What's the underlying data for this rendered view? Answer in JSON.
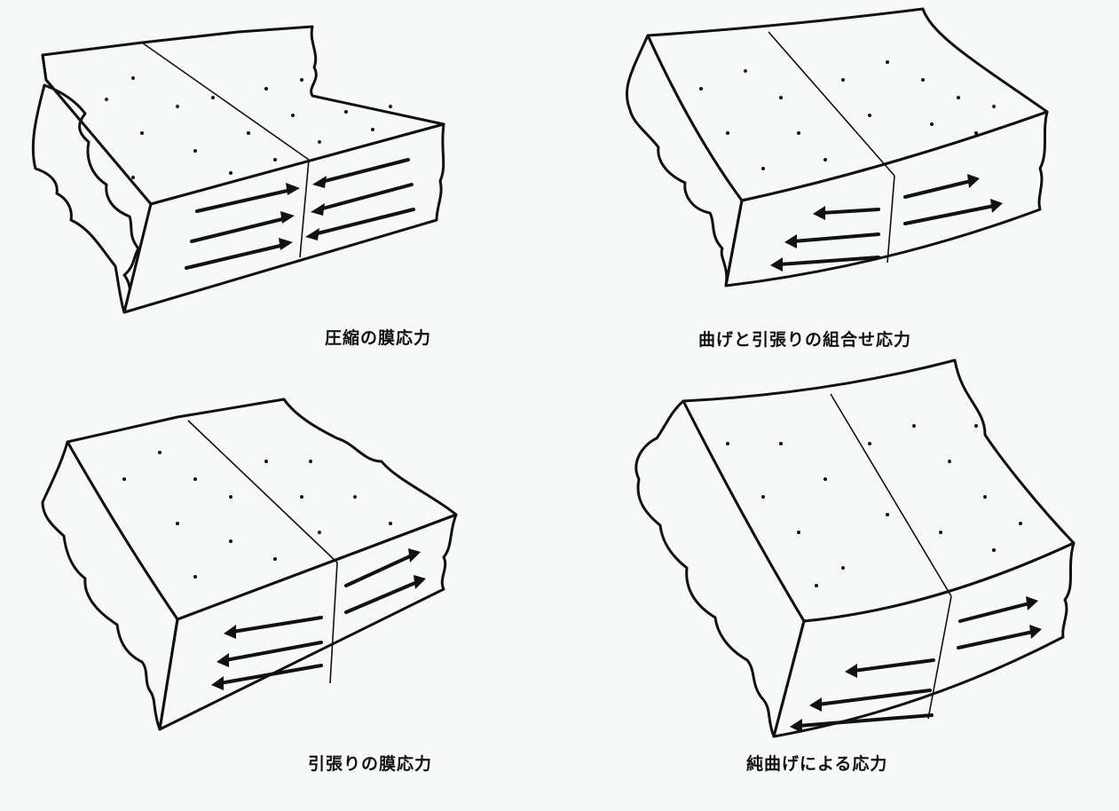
{
  "figures": [
    {
      "id": "compression",
      "caption": "圧縮の膜応力"
    },
    {
      "id": "bending-tension",
      "caption": "曲げと引張りの組合せ応力"
    },
    {
      "id": "tension",
      "caption": "引張りの膜応力"
    },
    {
      "id": "pure-bending",
      "caption": "純曲げによる応力"
    }
  ],
  "colors": {
    "ink": "#111111",
    "paper": "#f7f8f8"
  }
}
